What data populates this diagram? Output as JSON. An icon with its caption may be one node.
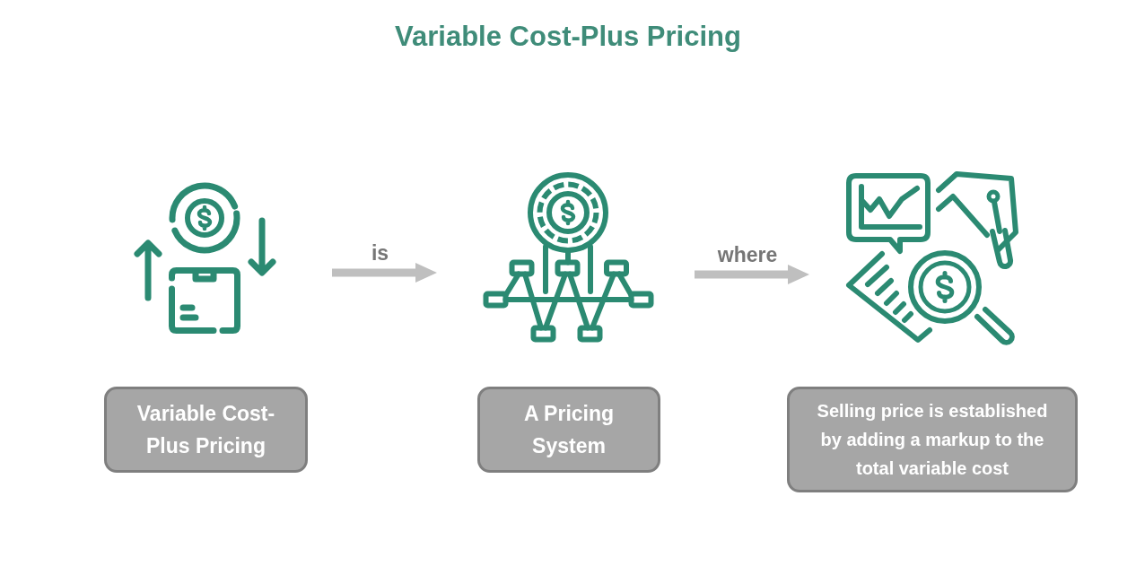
{
  "diagram": {
    "title": "Variable Cost-Plus Pricing",
    "nodes": [
      {
        "text": [],
        "shape": "picture"
      },
      {
        "text": [],
        "shape": "picture"
      },
      {
        "text": [],
        "shape": "picture"
      },
      {
        "text": [
          "Variable Cost-Plus Pricing"
        ]
      },
      {
        "text": [
          "A Pricing System"
        ]
      },
      {
        "text": [
          "Selling price is established by adding a markup to the total variable cost"
        ]
      }
    ],
    "edges": [
      {
        "from": 0,
        "to": 1,
        "arrow": "to",
        "label": "is"
      },
      {
        "from": 1,
        "to": 2,
        "arrow": "to",
        "label": "where"
      }
    ]
  }
}
